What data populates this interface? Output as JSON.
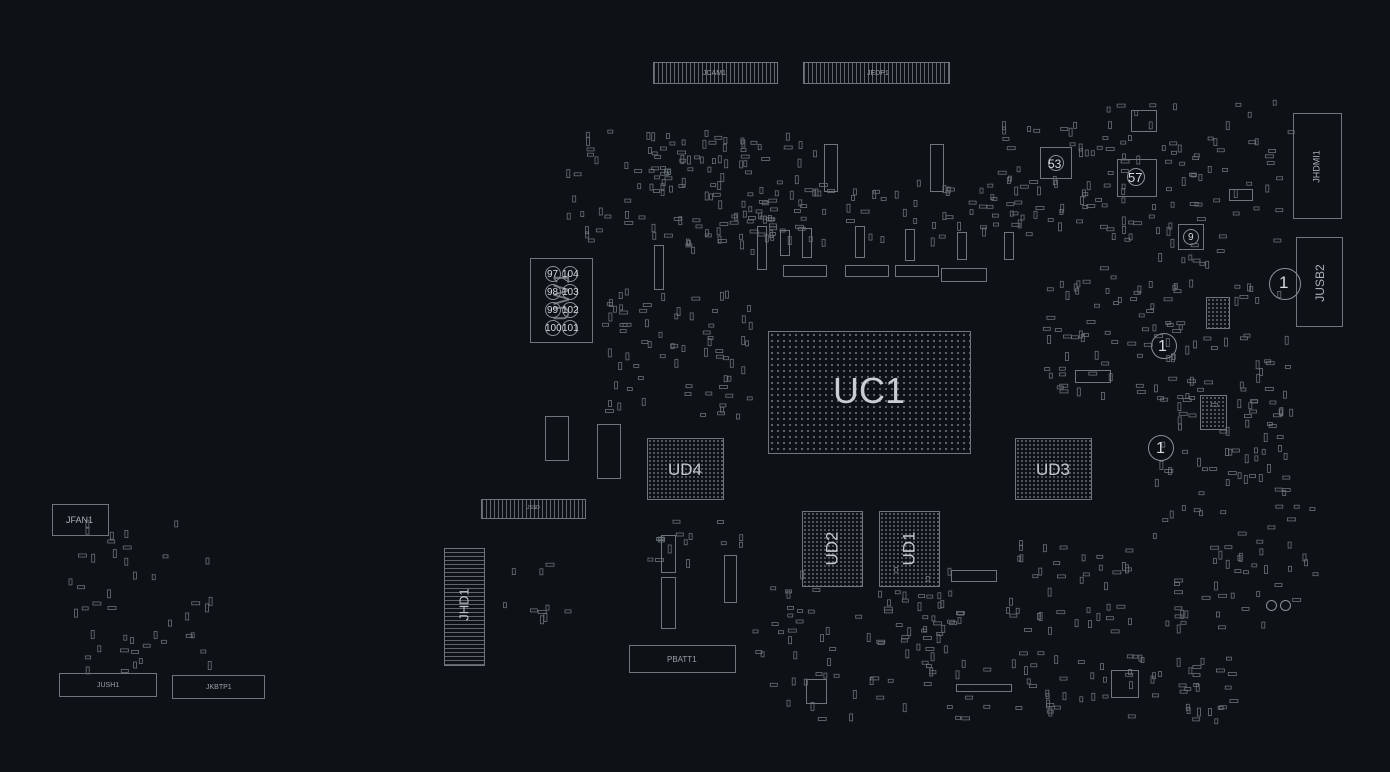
{
  "colors": {
    "background": "#0e1115",
    "outline": "#6f767e",
    "text": "#c9ced5"
  },
  "labels": {
    "uc1": "UC1",
    "ud1": "UD1",
    "ud2": "UD2",
    "ud3": "UD3",
    "ud4": "UD4",
    "jhd1": "JHD1",
    "jusb2": "JUSB2",
    "jhdmi1": "JHDMI1",
    "jfan1": "JFAN1",
    "jush1": "JUSH1",
    "jkbtp1": "JKBTP1",
    "pbatt1": "PBATT1",
    "jcam1": "JCAM1",
    "jedp1": "JEDP1",
    "uw1": "UW1",
    "jssd": "JSSD"
  },
  "pads": {
    "p97": "97",
    "p104": "104",
    "p98": "98",
    "p103": "103",
    "p99": "99",
    "p102": "102",
    "p100": "100",
    "p101": "101",
    "p53": "53",
    "p57": "57",
    "p9": "9",
    "p1a": "1",
    "p1b": "1",
    "p1c": "1"
  }
}
